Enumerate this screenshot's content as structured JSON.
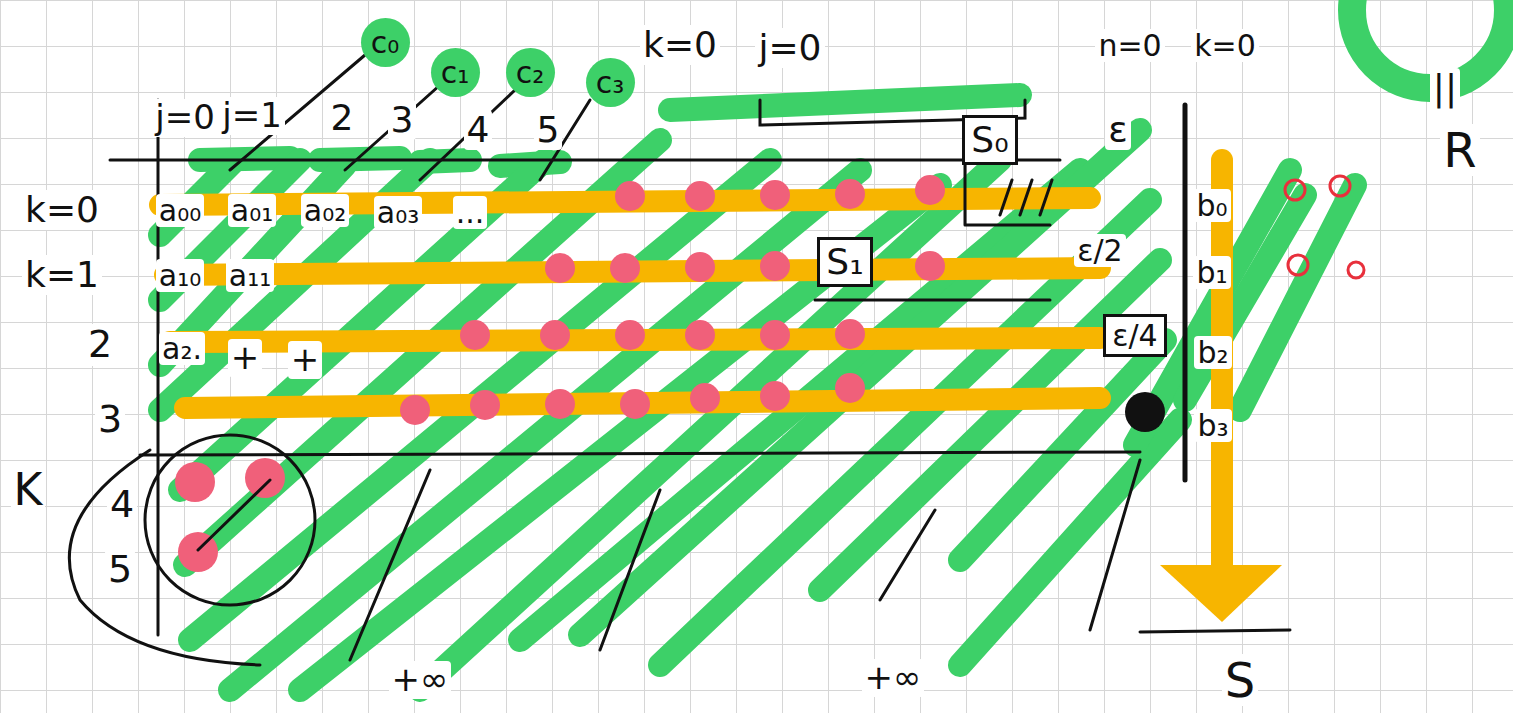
{
  "diagram": {
    "nodes": [
      {
        "text": [
          "c₀"
        ]
      },
      {
        "text": [
          "c₁"
        ]
      },
      {
        "text": [
          "c₂"
        ]
      },
      {
        "text": [
          "c₃"
        ]
      },
      {
        "text": [
          "S₀"
        ]
      },
      {
        "text": [
          "S₁"
        ]
      },
      {
        "text": [
          "ε/4"
        ]
      }
    ],
    "labels": [
      "k=0",
      "j=0",
      "n=0",
      "k=0",
      "||",
      "R",
      "j=0",
      "j=1",
      "2",
      "3",
      "4",
      "5",
      "ε",
      "k=0",
      "a₀₀",
      "a₀₁",
      "a₀₂",
      "a₀₃",
      "...",
      "b₀",
      "k=1",
      "a₁₀",
      "a₁₁",
      "ε/2",
      "b₁",
      "2",
      "a₂.",
      "+",
      "+",
      "b₂",
      "3",
      "b₃",
      "K",
      "4",
      "5",
      "+∞",
      "+∞",
      "S"
    ]
  }
}
